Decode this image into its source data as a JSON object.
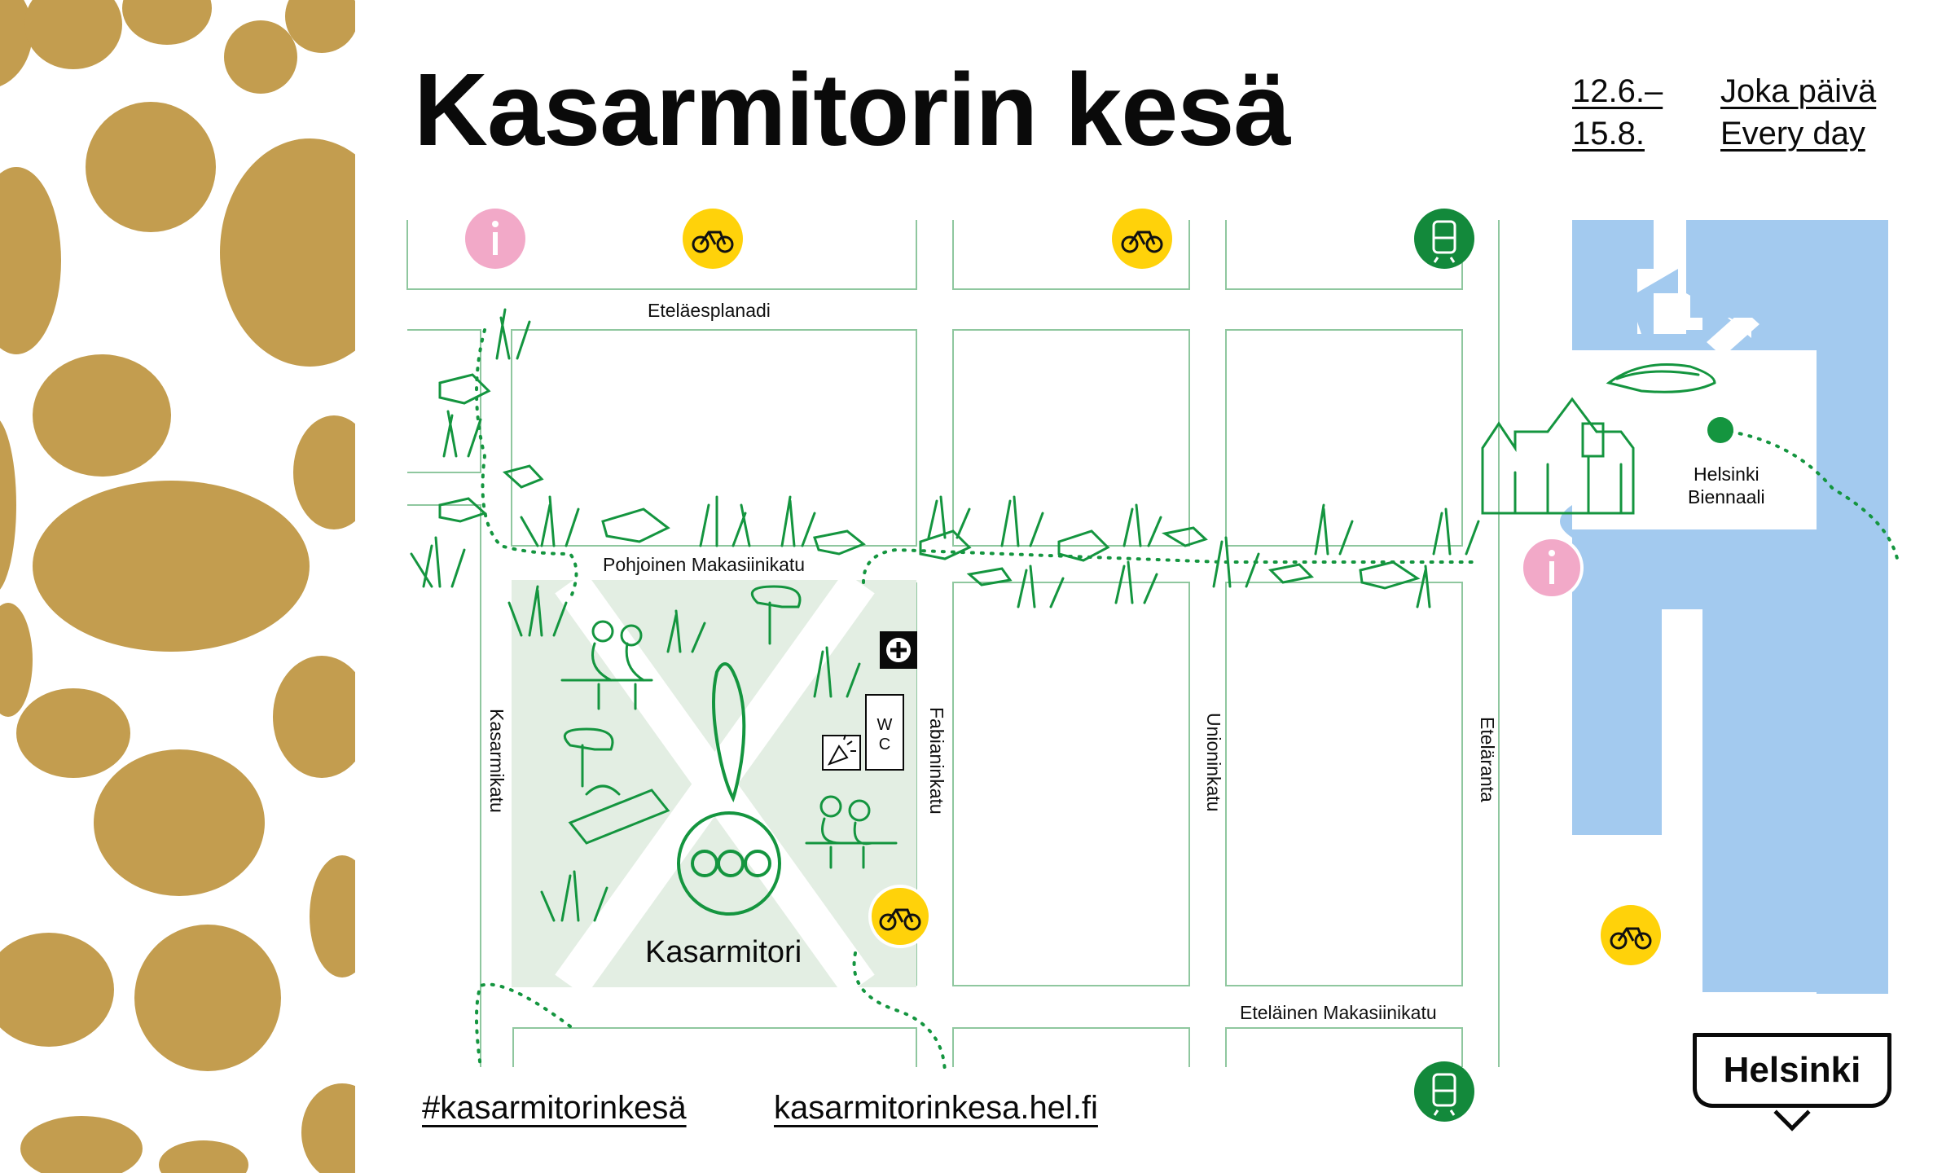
{
  "poster": {
    "title": "Kasarmitorin kesä",
    "dates_line1": "12.6.–",
    "dates_line2": "15.8.",
    "schedule_fi": "Joka päivä",
    "schedule_en": "Every day",
    "hashtag": "#kasarmitorinkesä",
    "website": "kasarmitorinkesa.hel.fi",
    "brand": "Helsinki"
  },
  "map": {
    "streets": {
      "etelaesplanadi": "Eteläesplanadi",
      "pohjoinen": "Pohjoinen Makasiinikatu",
      "kasarmikatu": "Kasarmikatu",
      "fabianinkatu": "Fabianinkatu",
      "unioninkatu": "Unioninkatu",
      "etelaranta": "Eteläranta",
      "etelainen": "Eteläinen Makasiinikatu"
    },
    "places": {
      "square": "Kasarmitori",
      "biennale_line1": "Helsinki",
      "biennale_line2": "Biennaali"
    },
    "facilities": {
      "wc_letter1": "W",
      "wc_letter2": "C"
    },
    "icons": [
      "info-icon",
      "city-bike-icon",
      "tram-icon",
      "first-aid-icon",
      "wc-icon",
      "party-icon"
    ],
    "colors": {
      "gold": "#C39D4F",
      "green": "#14953F",
      "square_fill": "#E3EEE3",
      "water": "#A3CAEF",
      "info_pink": "#F2A9C8",
      "bike_yellow": "#FFD20A",
      "tram_green": "#13893B"
    }
  }
}
